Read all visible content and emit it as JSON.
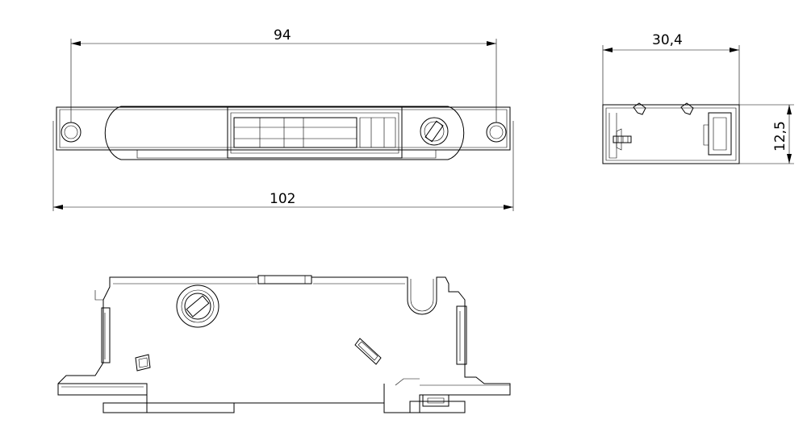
{
  "dimensions": {
    "top_width": "94",
    "overall_length": "102",
    "side_width": "30,4",
    "side_height": "12,5"
  }
}
